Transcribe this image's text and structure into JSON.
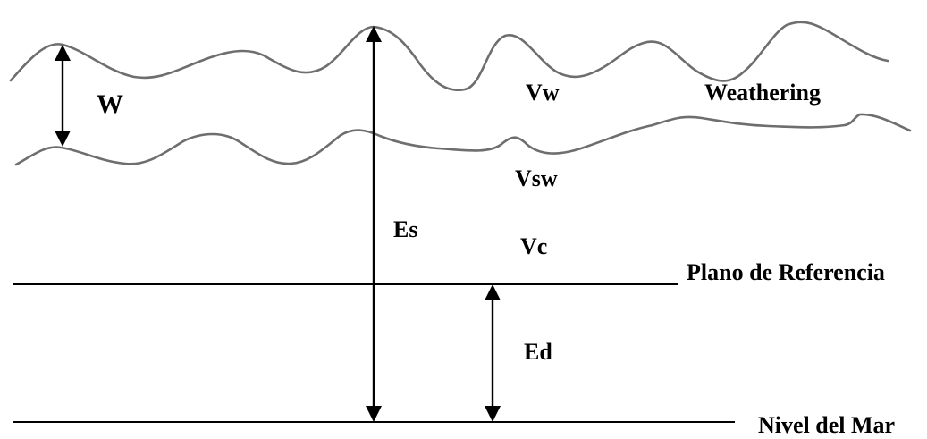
{
  "labels": {
    "w": "W",
    "vw": "Vw",
    "weathering": "Weathering",
    "vsw": "Vsw",
    "es": "Es",
    "vc": "Vc",
    "plano": "Plano de Referencia",
    "ed": "Ed",
    "nivel": "Nivel del Mar"
  },
  "colors": {
    "wave_line": "#6e6e6e",
    "line": "#000000",
    "background": "#ffffff"
  }
}
